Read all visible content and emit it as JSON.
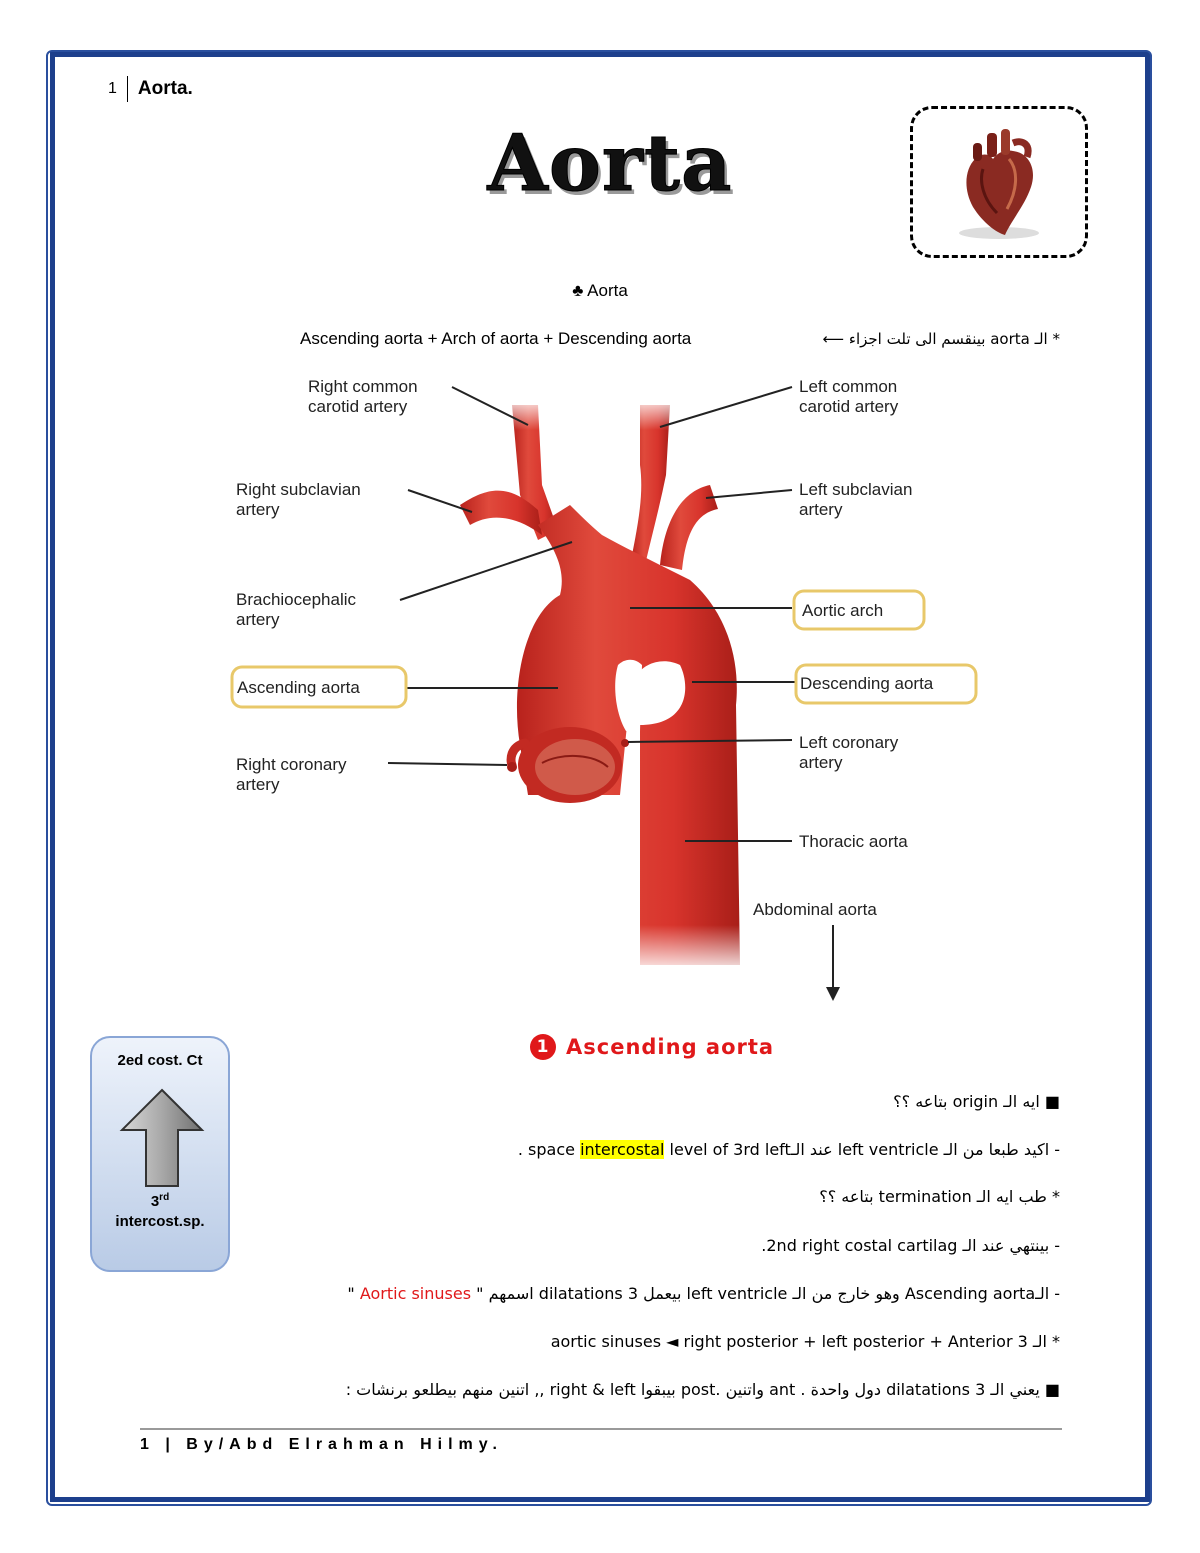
{
  "header": {
    "page_number": "1",
    "title": "Aorta."
  },
  "main_title": "Aorta",
  "heart_image_icon": "heart-icon",
  "intro": {
    "club_line": "♣ Aorta",
    "parts_english": "Ascending aorta  +  Arch of aorta  + Descending aorta",
    "parts_arabic": "* الـ aorta بينقسم الى تلت اجزاء  ⟵"
  },
  "diagram": {
    "labels": {
      "right_common_carotid": [
        "Right common",
        "carotid artery"
      ],
      "left_common_carotid": [
        "Left common",
        "carotid artery"
      ],
      "right_subclavian": [
        "Right subclavian",
        "artery"
      ],
      "left_subclavian": [
        "Left subclavian",
        "artery"
      ],
      "brachiocephalic": [
        "Brachiocephalic",
        "artery"
      ],
      "aortic_arch": "Aortic arch",
      "ascending_aorta": "Ascending aorta",
      "descending_aorta": "Descending aorta",
      "right_coronary": [
        "Right coronary",
        "artery"
      ],
      "left_coronary": [
        "Left coronary",
        "artery"
      ],
      "thoracic_aorta": "Thoracic aorta",
      "abdominal_aorta": "Abdominal aorta"
    },
    "colors": {
      "vessel": "#d8342c",
      "vessel_dark": "#a81e18",
      "callout_border": "#e8c86a"
    }
  },
  "section": {
    "number": "1",
    "title": "Ascending aorta"
  },
  "sidebox": {
    "top": "2ed cost. Ct",
    "bottom_num": "3",
    "bottom_sup": "rd",
    "bottom_text": "intercost.sp."
  },
  "lines": {
    "l1": "■ ايه الـ origin بتاعه  ؟؟",
    "l2_a": "- اكيد طبعا من الـ left ventricle عند الـspace ",
    "l2_hl": "intercostal",
    "l2_b": " level of 3rd left .",
    "l3": "* طب ايه الـ termination بتاعه ؟؟",
    "l4": "- بينتهي عند الـ  2nd right costal cartilag.",
    "l5_a": "- الـAscending aorta وهو خارج من الـ left ventricle بيعمل 3 dilatations اسمهم \" ",
    "l5_red": "Aortic sinuses",
    "l5_b": " \"",
    "l6": "* الـ  3 aortic sinuses ◄  right posterior    +  left posterior  +  Anterior",
    "l7": "■ يعني الـ 3 dilatations دول واحدة . ant واتنين .post بيبقوا right & left ,, اتنين منهم بيطلعو برنشات :"
  },
  "footer": "1 | By/Abd Elrahman Hilmy."
}
